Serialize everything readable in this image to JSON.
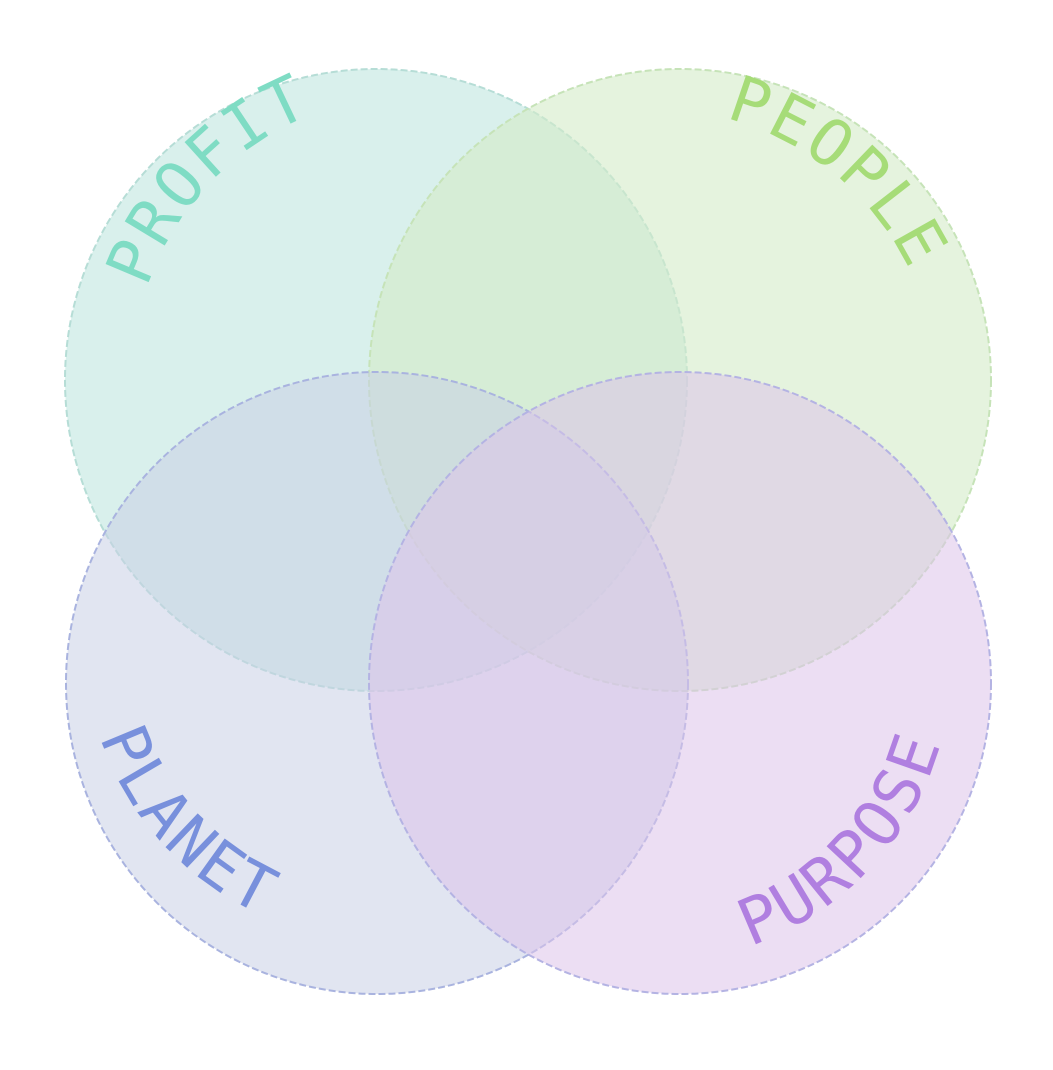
{
  "diagram": {
    "circles": [
      {
        "label": "PROFIT",
        "fill": "#bfe6e0",
        "stroke": "#b6ddd6",
        "text_color": "#7fdcc4"
      },
      {
        "label": "PEOPLE",
        "fill": "#d3ebc8",
        "stroke": "#c6e3b8",
        "text_color": "#a6dc78"
      },
      {
        "label": "PLANET",
        "fill": "#c8d0e6",
        "stroke": "#a9b3df",
        "text_color": "#7890dc"
      },
      {
        "label": "PURPOSE",
        "fill": "#dcc3ea",
        "stroke": "#b4b3e3",
        "text_color": "#b07fe0"
      }
    ]
  }
}
